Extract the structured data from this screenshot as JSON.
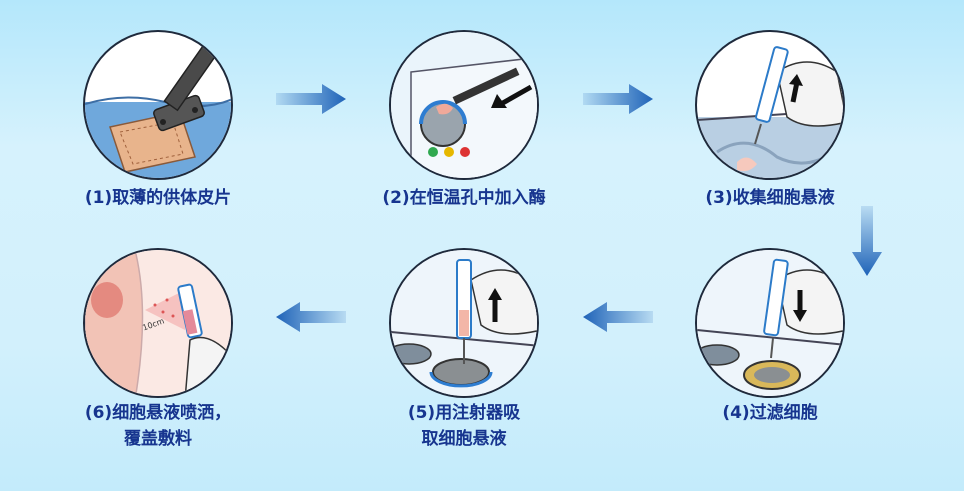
{
  "steps": [
    {
      "num": "(1)",
      "lines": [
        "取薄的供体皮片"
      ]
    },
    {
      "num": "(2)",
      "lines": [
        "在恒温孔中加入酶"
      ]
    },
    {
      "num": "(3)",
      "lines": [
        "收集细胞悬液"
      ]
    },
    {
      "num": "(4)",
      "lines": [
        "过滤细胞"
      ]
    },
    {
      "num": "(5)",
      "lines": [
        "用注射器吸",
        "取细胞悬液"
      ]
    },
    {
      "num": "(6)",
      "lines": [
        "细胞悬液喷洒，",
        "覆盖敷料"
      ]
    }
  ],
  "annotations": {
    "spray_distance": "10cm"
  },
  "colors": {
    "label": "#17358f",
    "arrow": "#1f63b8",
    "background": "#cdeffc"
  },
  "flow_arrows": [
    "arrow-right",
    "arrow-right",
    "arrow-down",
    "arrow-left",
    "arrow-left"
  ]
}
